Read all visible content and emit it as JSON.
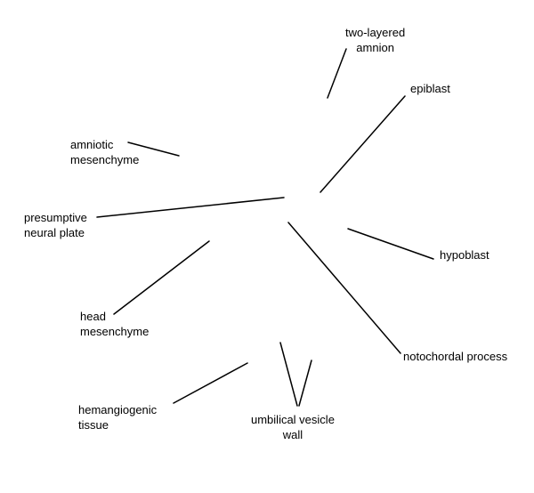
{
  "labels": {
    "two_layered_amnion": [
      "two-layered",
      "amnion"
    ],
    "epiblast": [
      "epiblast"
    ],
    "amniotic_mesenchyme": [
      "amniotic",
      "mesenchyme"
    ],
    "presumptive_neural_plate": [
      "presumptive",
      "neural plate"
    ],
    "hypoblast": [
      "hypoblast"
    ],
    "head_mesenchyme": [
      "head",
      "mesenchyme"
    ],
    "notochordal_process": [
      "notochordal process"
    ],
    "hemangiogenic_tissue": [
      "hemangiogenic",
      "tissue"
    ],
    "umbilical_vesicle_wall": [
      "umbilical vesicle",
      "wall"
    ]
  }
}
